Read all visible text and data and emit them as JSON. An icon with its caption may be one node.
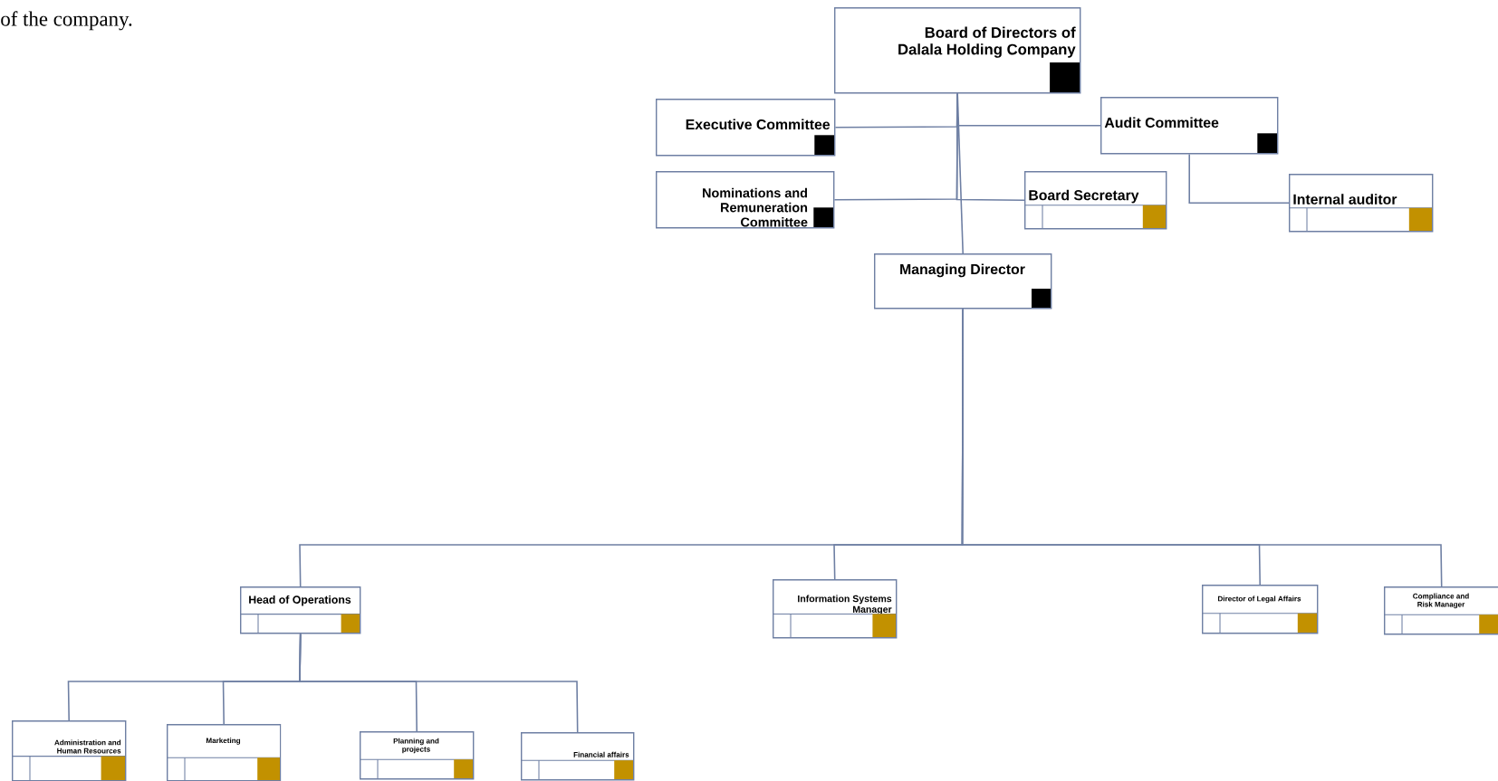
{
  "diagram": {
    "nodes": [
      {
        "text": [
          "Board of Directors of Dalala Holding Company"
        ]
      },
      {
        "text": [
          "Executive Committee"
        ]
      },
      {
        "text": [
          "Audit Committee"
        ]
      },
      {
        "text": [
          "Nominations and Remuneration Committee"
        ]
      },
      {
        "text": [
          "Board Secretary"
        ]
      },
      {
        "text": [
          "Internal auditor"
        ]
      },
      {
        "text": [
          "Managing Director"
        ]
      },
      {
        "text": [
          "Head of Operations"
        ]
      },
      {
        "text": [
          "Information Systems Manager"
        ]
      },
      {
        "text": [
          "Director of Legal Affairs"
        ]
      },
      {
        "text": [
          "Compliance and Risk Manager"
        ]
      },
      {
        "text": [
          "Administration and Human Resources"
        ]
      },
      {
        "text": [
          "Marketing"
        ]
      },
      {
        "text": [
          "Planning and projects"
        ]
      },
      {
        "text": [
          "Financial affairs"
        ]
      }
    ],
    "edges": [
      {
        "from": 0,
        "to": 1,
        "arrow": "none"
      },
      {
        "from": 0,
        "to": 2,
        "arrow": "none"
      },
      {
        "from": 0,
        "to": 3,
        "arrow": "none"
      },
      {
        "from": 0,
        "to": 4,
        "arrow": "none"
      },
      {
        "from": 2,
        "to": 5,
        "arrow": "none"
      },
      {
        "from": 0,
        "to": 6,
        "arrow": "none"
      },
      {
        "from": 6,
        "to": 7,
        "arrow": "none"
      },
      {
        "from": 6,
        "to": 8,
        "arrow": "none"
      },
      {
        "from": 6,
        "to": 9,
        "arrow": "none"
      },
      {
        "from": 6,
        "to": 10,
        "arrow": "none"
      },
      {
        "from": 7,
        "to": 11,
        "arrow": "none"
      },
      {
        "from": 7,
        "to": 12,
        "arrow": "none"
      },
      {
        "from": 7,
        "to": 13,
        "arrow": "none"
      },
      {
        "from": 7,
        "to": 14,
        "arrow": "none"
      }
    ],
    "labels": [
      "of the company."
    ]
  }
}
